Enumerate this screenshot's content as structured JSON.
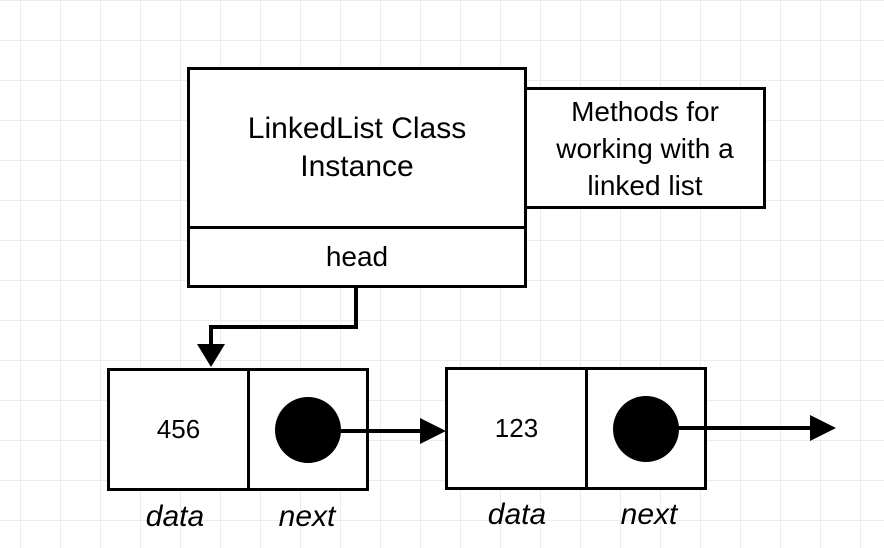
{
  "linked_list": {
    "class_label": "LinkedList Class Instance",
    "head_label": "head",
    "methods_label": "Methods for working with a linked list"
  },
  "nodes": [
    {
      "data": "456",
      "data_label": "data",
      "next_label": "next"
    },
    {
      "data": "123",
      "data_label": "data",
      "next_label": "next"
    }
  ]
}
